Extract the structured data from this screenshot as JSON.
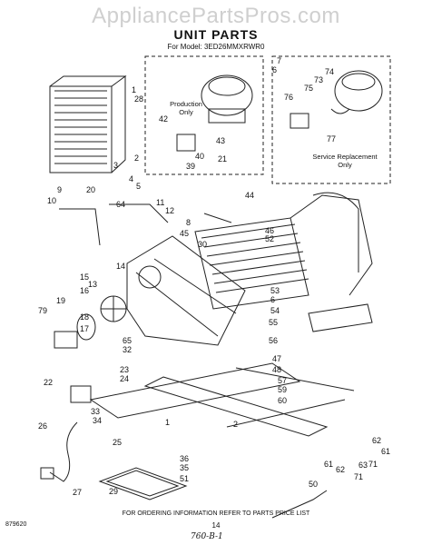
{
  "watermark": "AppliancePartsPros.com",
  "title": "UNIT PARTS",
  "model": "For Model: 3ED26MMXRWR0",
  "production_note": "Production\nOnly",
  "service_note": "Service Replacement\nOnly",
  "footer": {
    "doc_number": "879620",
    "instruction": "FOR ORDERING INFORMATION REFER TO PARTS PRICE LIST",
    "page_number": "14",
    "handwriting": "760-B-1"
  },
  "callouts": [
    "1",
    "28",
    "3",
    "2",
    "4",
    "5",
    "9",
    "20",
    "10",
    "64",
    "11",
    "12",
    "44",
    "8",
    "45",
    "46",
    "52",
    "30",
    "14",
    "15",
    "13",
    "16",
    "19",
    "79",
    "18",
    "17",
    "65",
    "32",
    "53",
    "6",
    "54",
    "55",
    "56",
    "47",
    "48",
    "23",
    "24",
    "22",
    "33",
    "34",
    "26",
    "25",
    "1",
    "36",
    "35",
    "51",
    "2",
    "57",
    "59",
    "60",
    "62",
    "61",
    "63",
    "71",
    "50",
    "61",
    "62",
    "71",
    "27",
    "29",
    "7",
    "6",
    "42",
    "43",
    "40",
    "21",
    "39",
    "76",
    "75",
    "73",
    "74",
    "77"
  ]
}
